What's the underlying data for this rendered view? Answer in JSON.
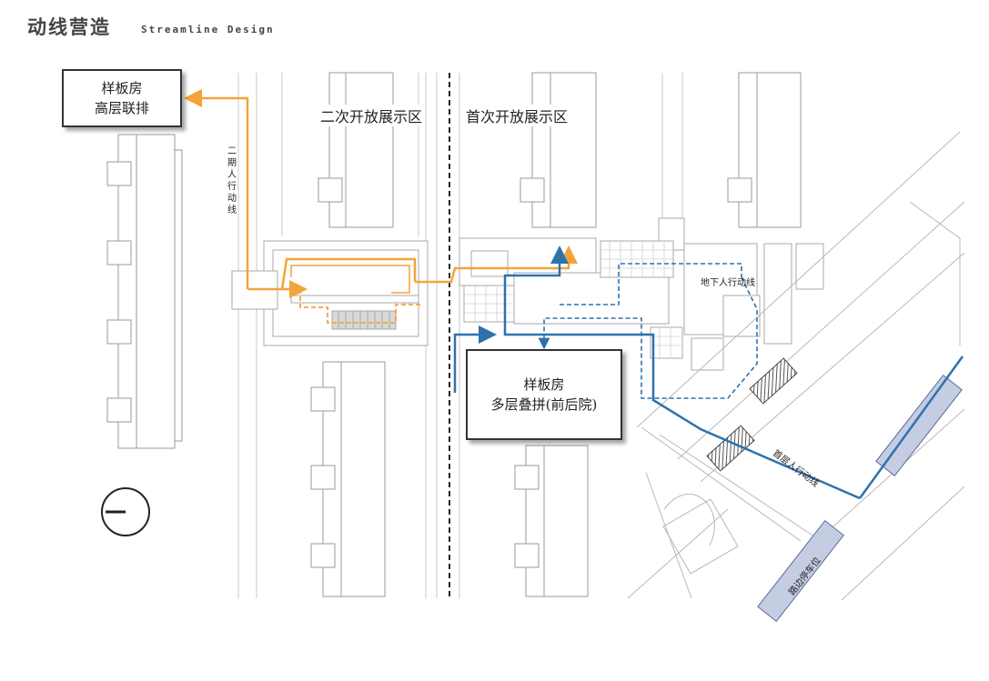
{
  "header": {
    "title_cn": "动线营造",
    "title_en": "Streamline Design"
  },
  "zones": {
    "second": "二次开放展示区",
    "first": "首次开放展示区"
  },
  "boxes": {
    "highrise": {
      "line1": "样板房",
      "line2": "高层联排"
    },
    "multistorey": {
      "line1": "样板房",
      "line2": "多层叠拼(前后院)"
    }
  },
  "routes": {
    "phase2": "二期人行动线",
    "underground": "地下人行动线",
    "ground": "首层人行动线",
    "parking": "路边停车位"
  },
  "colors": {
    "phase2_route": "#f2a43a",
    "main_route": "#2e72ad",
    "parking": "#c5cde3",
    "plan_lines": "#b0b0b0"
  }
}
